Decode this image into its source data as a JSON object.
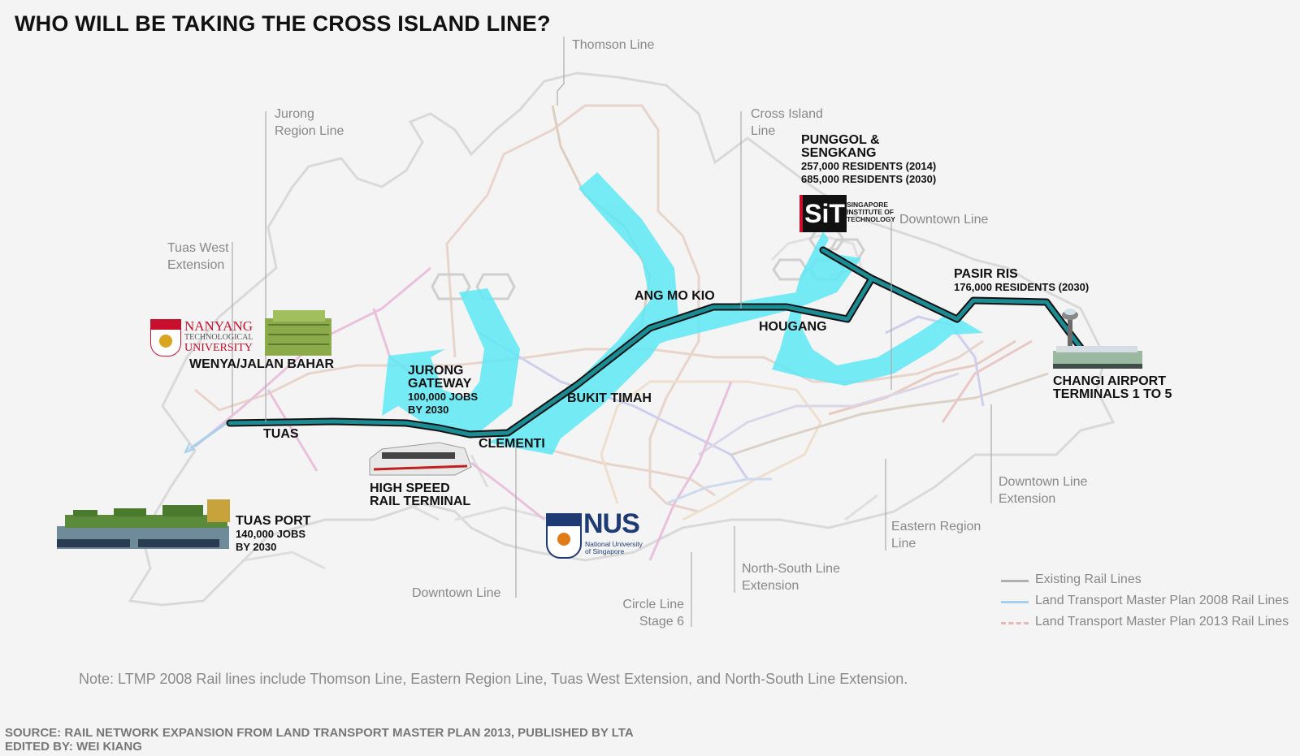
{
  "title": "WHO WILL BE TAKING THE CROSS ISLAND LINE?",
  "line_labels": {
    "thomson": "Thomson Line",
    "jurong_region": [
      "Jurong",
      "Region Line"
    ],
    "cross_island": [
      "Cross Island",
      "Line"
    ],
    "tuas_west": [
      "Tuas West",
      "Extension"
    ],
    "downtown_east": "Downtown Line",
    "downtown_ext": [
      "Downtown Line",
      "Extension"
    ],
    "eastern_region": [
      "Eastern Region",
      "Line"
    ],
    "ns_ext": [
      "North-South Line",
      "Extension"
    ],
    "circle": [
      "Circle Line",
      "Stage 6"
    ],
    "downtown_west": "Downtown Line"
  },
  "places": {
    "punggol": {
      "name": [
        "PUNGGOL &",
        "SENGKANG"
      ],
      "detail": [
        "257,000 RESIDENTS (2014)",
        "685,000 RESIDENTS (2030)"
      ]
    },
    "pasir_ris": {
      "name": "PASIR RIS",
      "detail": "176,000 RESIDENTS (2030)"
    },
    "changi": {
      "name": [
        "CHANGI AIRPORT",
        "TERMINALS 1 TO 5"
      ]
    },
    "ang_mo_kio": "ANG MO KIO",
    "hougang": "HOUGANG",
    "bukit_timah": "BUKIT TIMAH",
    "clementi": "CLEMENTI",
    "tuas": "TUAS",
    "jurong_gateway": {
      "name": [
        "JURONG",
        "GATEWAY"
      ],
      "detail": [
        "100,000 JOBS",
        "BY 2030"
      ]
    },
    "wenya": "WENYA/JALAN BAHAR",
    "hsr": [
      "HIGH SPEED",
      "RAIL TERMINAL"
    ],
    "tuas_port": {
      "name": "TUAS PORT",
      "detail": [
        "140,000 JOBS",
        "BY 2030"
      ]
    }
  },
  "logos": {
    "sit": {
      "mark": "SiT",
      "text": [
        "SINGAPORE",
        "INSTITUTE OF",
        "TECHNOLOGY"
      ]
    },
    "ntu": {
      "text": [
        "NANYANG",
        "TECHNOLOGICAL",
        "UNIVERSITY"
      ]
    },
    "nus": {
      "mark": "NUS",
      "text": [
        "National University",
        "of Singapore"
      ]
    }
  },
  "legend": [
    {
      "label": "Existing Rail Lines",
      "color": "#b0b0b0",
      "style": "solid"
    },
    {
      "label": "Land Transport Master Plan 2008 Rail Lines",
      "color": "#a8d0ec",
      "style": "solid"
    },
    {
      "label": "Land Transport Master Plan 2013 Rail Lines",
      "color": "#e6b7b7",
      "style": "dashed"
    }
  ],
  "note": "Note: LTMP 2008 Rail lines include Thomson Line, Eastern Region Line, Tuas West Extension, and North-South Line Extension.",
  "source": [
    "SOURCE: RAIL NETWORK EXPANSION FROM LAND TRANSPORT MASTER PLAN 2013, PUBLISHED BY LTA",
    "EDITED BY: WEI KIANG"
  ],
  "colors": {
    "cross_island_line": "#1b8c94",
    "cross_island_outline": "#111111",
    "highlight_flow": "#5ee9f6",
    "existing_lines": "#e6cfc3",
    "ltmp2008_lines": "#c8c8ee",
    "ltmp2013_lines": "#e8b9d8",
    "coastline": "#d8d8d8"
  }
}
